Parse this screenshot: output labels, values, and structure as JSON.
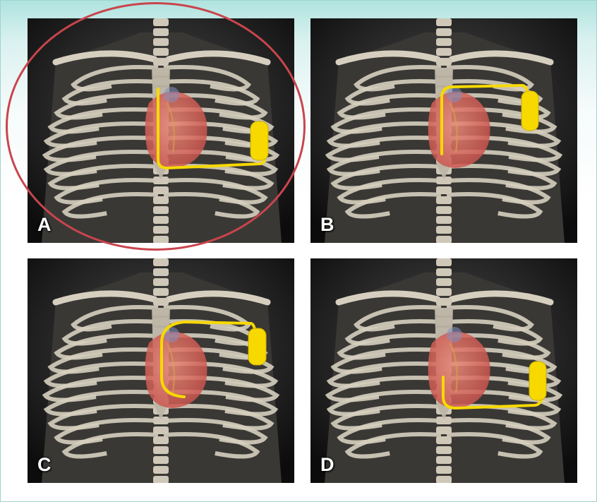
{
  "panels": [
    {
      "id": "A",
      "label": "A",
      "device_color": "#f7d900",
      "selected": true
    },
    {
      "id": "B",
      "label": "B",
      "device_color": "#f7d900",
      "selected": false
    },
    {
      "id": "C",
      "label": "C",
      "device_color": "#f7d900",
      "selected": false
    },
    {
      "id": "D",
      "label": "D",
      "device_color": "#f7d900",
      "selected": false
    }
  ],
  "colors": {
    "highlight_ring": "#c9454d",
    "lead_wire": "#f7d900",
    "bone": "#d6cfbf",
    "heart": "#c9504a"
  }
}
